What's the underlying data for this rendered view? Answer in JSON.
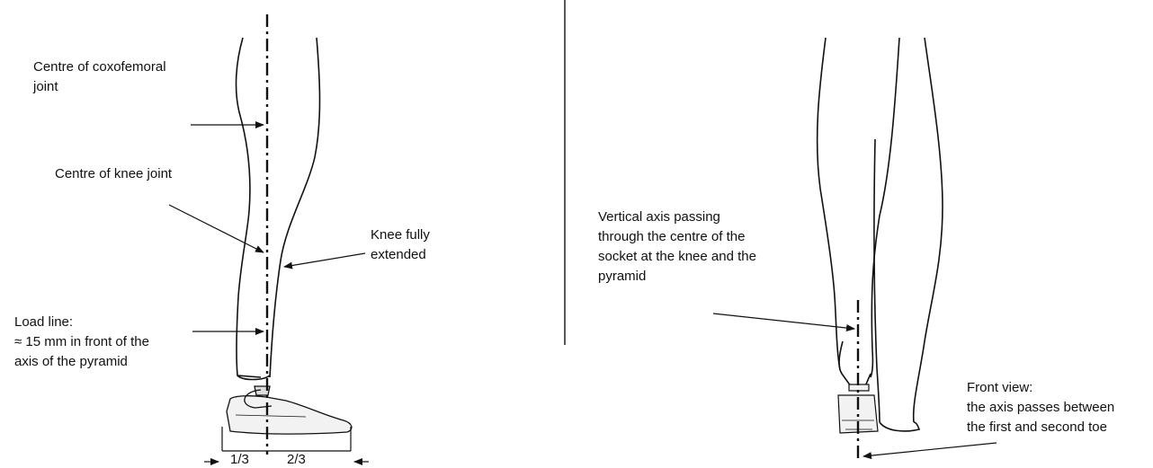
{
  "colors": {
    "ink": "#111111",
    "background": "#ffffff",
    "prosthesis_fill": "#f2f2f2"
  },
  "side_view": {
    "hip_label": [
      "Centre of coxofemoral",
      "joint"
    ],
    "knee_label": "Centre of knee joint",
    "extended_label": [
      "Knee fully",
      "extended"
    ],
    "load_label": [
      "Load line:",
      "≈ 15 mm in front of the",
      "axis of the pyramid"
    ],
    "foot_fractions": [
      "1/3",
      "2/3"
    ]
  },
  "front_view": {
    "axis_label": [
      "Vertical axis passing",
      "through the centre of the",
      "socket at the knee and the",
      "pyramid"
    ],
    "toe_label": [
      "Front view:",
      "the axis passes between",
      "the first and second toe"
    ]
  }
}
